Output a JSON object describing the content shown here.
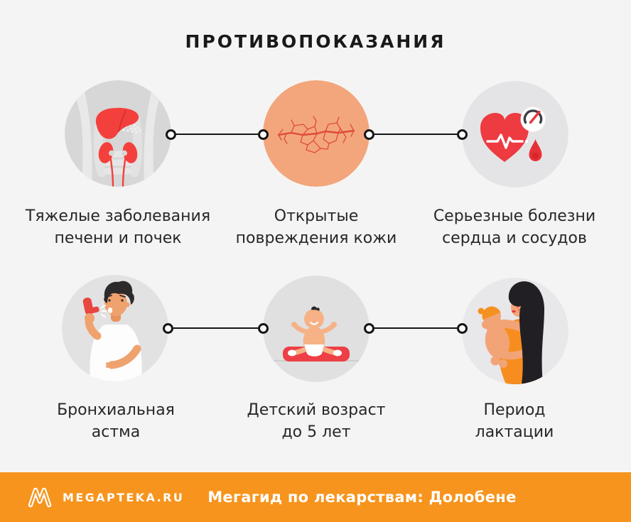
{
  "title": "ПРОТИВОПОКАЗАНИЯ",
  "items": [
    {
      "id": "severe-liver-kidney-disease",
      "lines": [
        "Тяжелые заболевания",
        "печени и почек"
      ],
      "icon": "liver-kidneys-illustration"
    },
    {
      "id": "open-skin-damage",
      "lines": [
        "Открытые",
        "повреждения кожи"
      ],
      "icon": "damaged-skin-illustration"
    },
    {
      "id": "serious-heart-vessel-disease",
      "lines": [
        "Серьезные болезни",
        "сердца и сосудов"
      ],
      "icon": "heart-pressure-gauge-illustration"
    },
    {
      "id": "bronchial-asthma",
      "lines": [
        "Бронхиальная",
        "астма"
      ],
      "icon": "man-with-inhaler-illustration"
    },
    {
      "id": "child-under-5",
      "lines": [
        "Детский возраст",
        "до 5 лет"
      ],
      "icon": "baby-illustration"
    },
    {
      "id": "lactation-period",
      "lines": [
        "Период",
        "лактации"
      ],
      "icon": "mother-with-baby-illustration"
    }
  ],
  "footer": {
    "brand": "MEGAPTEKA.RU",
    "caption": "Мегагид по лекарствам: Долобене"
  },
  "colors": {
    "background": "#f5f4f4",
    "footer_orange": "#f7941d",
    "accent_red": "#f4403d",
    "skin_circle": "#f3a67c",
    "gray_circle_dark": "#d7d7d7",
    "gray_circle_light": "#e2e2e2",
    "text": "#272727"
  }
}
